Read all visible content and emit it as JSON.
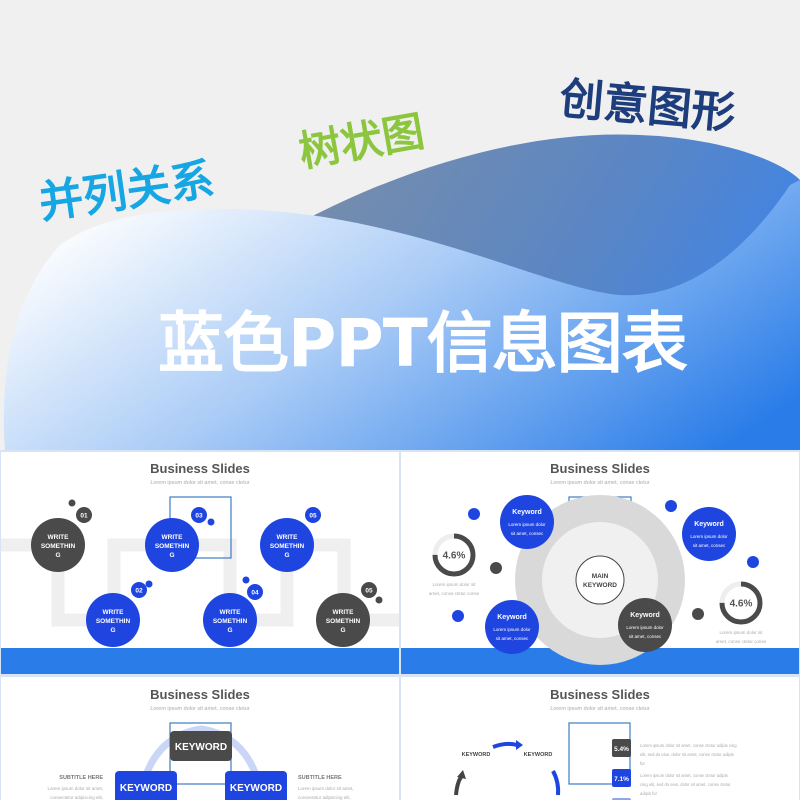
{
  "hero": {
    "tag1": "并列关系",
    "tag2": "树状图",
    "tag3": "创意图形",
    "title": "蓝色PPT信息图表",
    "colors": {
      "tag1": "#15a6e3",
      "tag2": "#8cc63f",
      "tag3": "#1d3d7c",
      "accent": "#2a7de8"
    }
  },
  "slides": [
    {
      "title": "Business Slides",
      "subtitle": "Lorem ipsum dolor sit amet, conse ctetur",
      "items": [
        {
          "number": "01",
          "label": "WRITE",
          "label2": "SOMETHIN",
          "label3": "G"
        },
        {
          "number": "02",
          "label": "WRITE",
          "label2": "SOMETHIN",
          "label3": "G"
        },
        {
          "number": "03",
          "label": "WRITE",
          "label2": "SOMETHIN",
          "label3": "G"
        },
        {
          "number": "04",
          "label": "WRITE",
          "label2": "SOMETHIN",
          "label3": "G"
        },
        {
          "number": "05",
          "label": "WRITE",
          "label2": "SOMETHIN",
          "label3": "G"
        },
        {
          "number": "05",
          "label": "WRITE",
          "label2": "SOMETHIN",
          "label3": "G"
        }
      ]
    },
    {
      "title": "Business Slides",
      "subtitle": "Lorem ipsum dolor sit amet, conse ctetur",
      "main1": "MAIN",
      "main2": "KEYWORD",
      "keywords": [
        {
          "title": "Keyword",
          "line1": "Lorem ipsum dolor",
          "line2": "sit amet, consec"
        },
        {
          "title": "Keyword",
          "line1": "Lorem ipsum dolor",
          "line2": "sit amet, consec"
        },
        {
          "title": "Keyword",
          "line1": "Lorem ipsum dolor",
          "line2": "sit amet, consec"
        },
        {
          "title": "Keyword",
          "line1": "Lorem ipsum dolor",
          "line2": "sit amet, consec"
        }
      ],
      "donuts": [
        {
          "value": "4.6%",
          "fraction": 0.75,
          "cap1": "Lorem ipsum dolor sit",
          "cap2": "amet, conse ctetur conse"
        },
        {
          "value": "4.6%",
          "fraction": 0.75,
          "cap1": "Lorem ipsum dolor sit",
          "cap2": "amet, conse ctetur conse"
        }
      ]
    },
    {
      "title": "Business Slides",
      "subtitle": "Lorem ipsum dolor sit amet, conse ctetur",
      "keywords": [
        "KEYWORD",
        "KEYWORD",
        "KEYWORD"
      ],
      "left": {
        "subtitle": "SUBTITLE HERE",
        "line1": "Lorem ipsum dolor sit amet,",
        "line2": "consectetur adipiscing elit,"
      },
      "right": {
        "subtitle": "SUBTITLE HERE",
        "line1": "Lorem ipsum dolor sit amet,",
        "line2": "consectetur adipiscing elit,"
      }
    },
    {
      "title": "Business Slides",
      "subtitle": "Lorem ipsum dolor sit amet, conse ctetur",
      "keywords": [
        "KEYWORD",
        "KEYWORD"
      ],
      "stats": [
        {
          "value": "5.4%",
          "l1": "Lorem ipsum dolor sit amet, conse ctetur adipis cing",
          "l2": "elit, sed do eius. dolor sit amet, conse ctetur adipis",
          "l3": "for"
        },
        {
          "value": "7.1%",
          "l1": "Lorem ipsum dolor sit amet, conse ctetur adipis",
          "l2": "cing elit, sed do eius. dolor sit amet, conse ctetur",
          "l3": "adipis for"
        }
      ]
    }
  ]
}
